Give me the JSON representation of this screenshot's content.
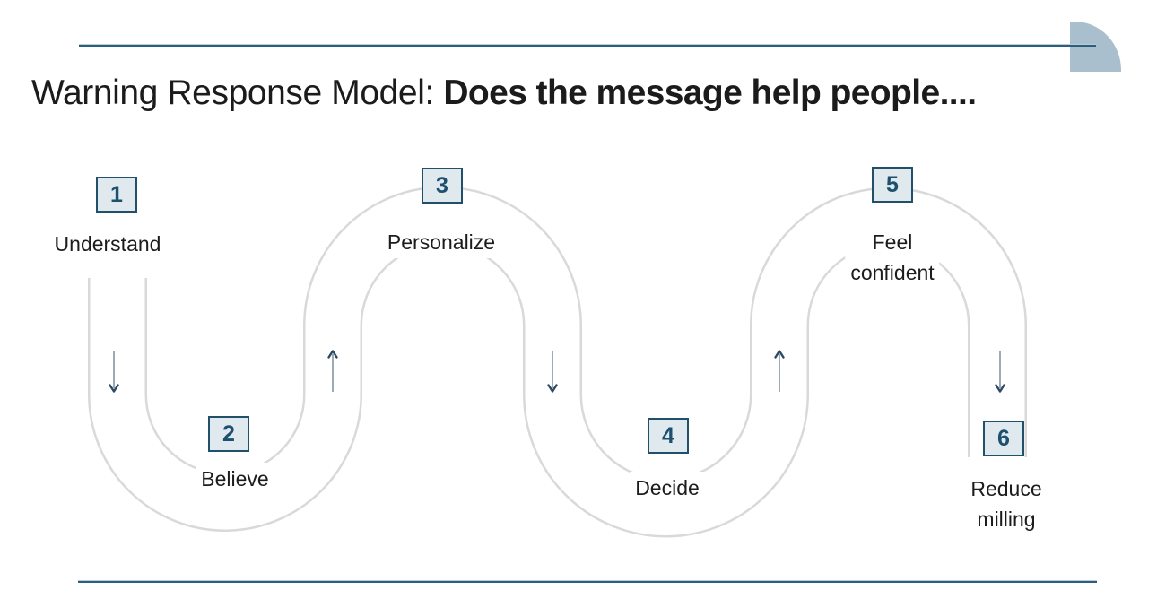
{
  "title": {
    "regular": "Warning Response Model: ",
    "bold": "Does the message help people...."
  },
  "steps": [
    {
      "number": "1",
      "label": "Understand"
    },
    {
      "number": "2",
      "label": "Believe"
    },
    {
      "number": "3",
      "label": "Personalize"
    },
    {
      "number": "4",
      "label": "Decide"
    },
    {
      "number": "5",
      "line1": "Feel",
      "line2": "confident"
    },
    {
      "number": "6",
      "line1": "Reduce",
      "line2": "milling"
    }
  ],
  "arrows": [
    {
      "icon": "arrow-down-icon",
      "direction": "down"
    },
    {
      "icon": "arrow-up-icon",
      "direction": "up"
    },
    {
      "icon": "arrow-down-icon",
      "direction": "down"
    },
    {
      "icon": "arrow-up-icon",
      "direction": "up"
    },
    {
      "icon": "arrow-down-icon",
      "direction": "down"
    }
  ],
  "colors": {
    "accent_rule": "#2d5e7b",
    "corner_accent": "#a9bfce",
    "road_edge": "#d9d9d9",
    "box_fill": "#dfe9ee",
    "box_border": "#21506b",
    "number_text": "#1d4f6e",
    "body_text": "#1c1c1c"
  }
}
